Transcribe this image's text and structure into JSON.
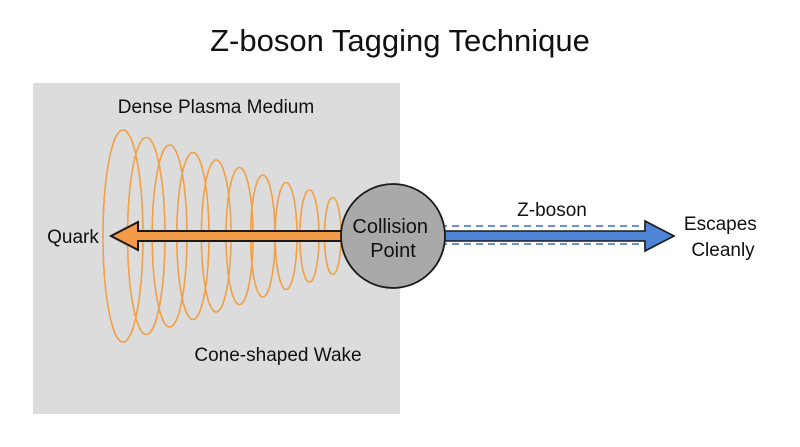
{
  "title": "Z-boson Tagging Technique",
  "medium": {
    "label": "Dense Plasma Medium"
  },
  "wake": {
    "label": "Cone-shaped Wake",
    "ring_count": 11
  },
  "collision_point": {
    "line1": "Collision",
    "line2": "Point"
  },
  "quark": {
    "label": "Quark"
  },
  "zboson": {
    "label": "Z-boson",
    "result_line1": "Escapes",
    "result_line2": "Cleanly"
  },
  "colors": {
    "medium_fill": "#dcdcdc",
    "wake": "#f0a048",
    "quark_arrow": "#f29a46",
    "zboson_arrow": "#4f83d6",
    "dashed_line": "#3b6fc4",
    "collision_fill": "#a9a9a9",
    "outline": "#1a1a1a"
  }
}
